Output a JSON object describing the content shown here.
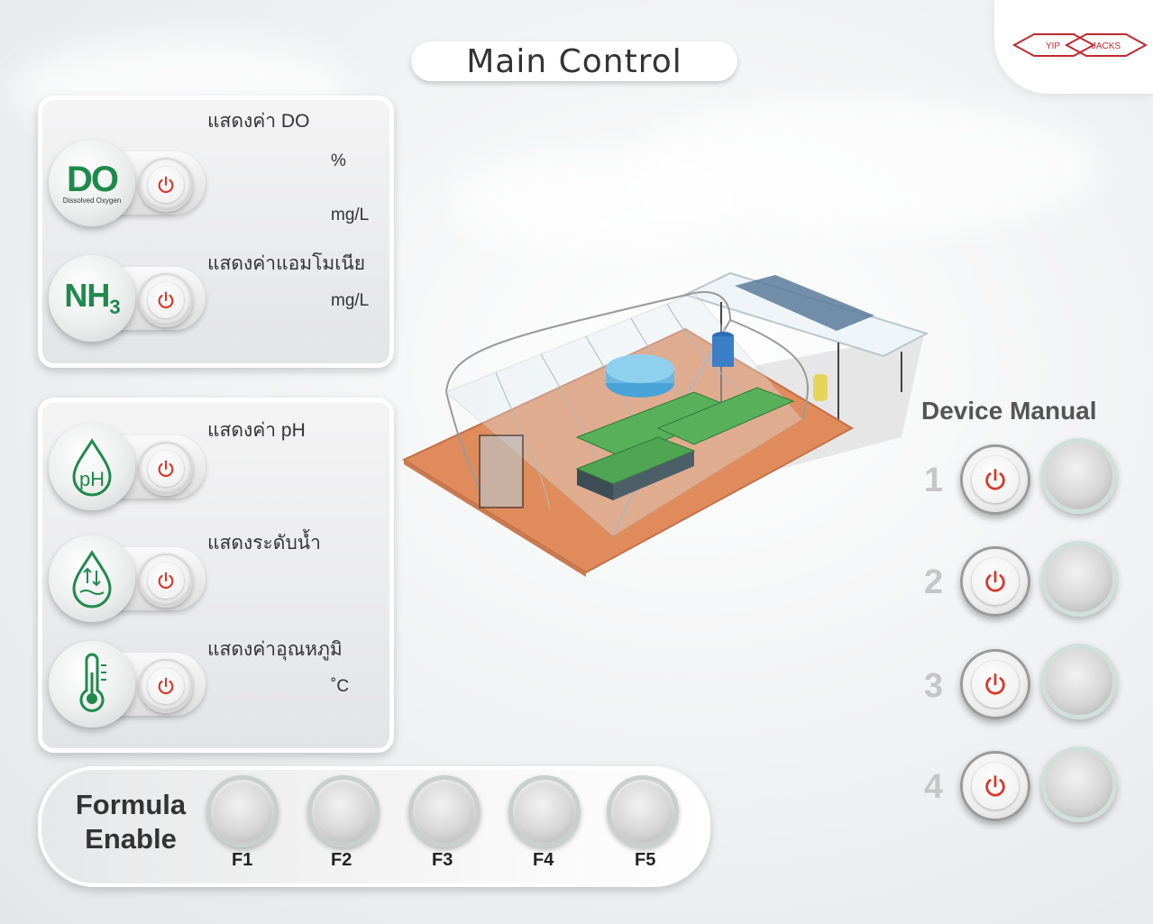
{
  "header": {
    "title": "Main Control"
  },
  "logo": {
    "left_text": "YIP",
    "right_text": "JACKS",
    "color": "#c0282d"
  },
  "sensors": {
    "do": {
      "label": "แสดงค่า DO",
      "icon_text": "DO",
      "icon_sub": "Dissolved Oxygen",
      "unit_percent": "%",
      "unit_mgl": "mg/L"
    },
    "nh3": {
      "label": "แสดงค่าแอมโมเนีย",
      "icon_text": "NH",
      "icon_sub": "3",
      "unit": "mg/L"
    },
    "ph": {
      "label": "แสดงค่า pH",
      "icon_text": "pH"
    },
    "water_level": {
      "label": "แสดงระดับน้ำ"
    },
    "temperature": {
      "label": "แสดงค่าอุณหภูมิ",
      "unit": "˚C"
    }
  },
  "formula": {
    "title_line1": "Formula",
    "title_line2": "Enable",
    "items": [
      {
        "label": "F1"
      },
      {
        "label": "F2"
      },
      {
        "label": "F3"
      },
      {
        "label": "F4"
      },
      {
        "label": "F5"
      }
    ]
  },
  "device_manual": {
    "title": "Device Manual",
    "devices": [
      {
        "number": "1"
      },
      {
        "number": "2"
      },
      {
        "number": "3"
      },
      {
        "number": "4"
      }
    ]
  },
  "colors": {
    "accent_green": "#1f8a4c",
    "power_red": "#d9382c"
  }
}
